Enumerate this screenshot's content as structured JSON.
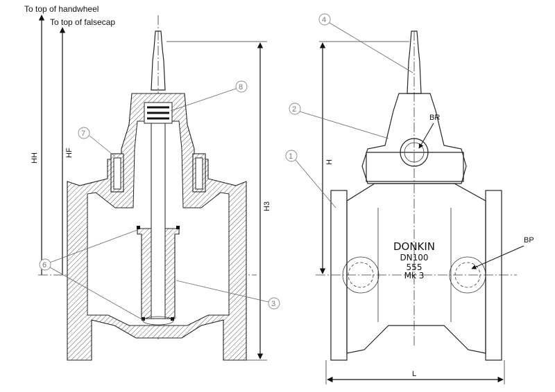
{
  "labels": {
    "handwheel": "To top of handwheel",
    "falsecap": "To top of falsecap"
  },
  "dimensions": {
    "hh": "HH",
    "hf": "HF",
    "h3": "H3",
    "h": "H",
    "l": "L",
    "br": "BR",
    "bp": "BP"
  },
  "callouts": [
    "1",
    "2",
    "3",
    "4",
    "6",
    "7",
    "8"
  ],
  "body_marking": {
    "brand": "DONKIN",
    "size": "DN100",
    "model": "555",
    "mark": "Mk 3"
  }
}
